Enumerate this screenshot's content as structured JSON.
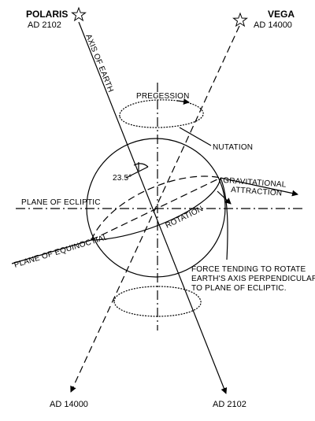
{
  "stars": {
    "polaris": {
      "name": "POLARIS",
      "year": "AD 2102"
    },
    "vega": {
      "name": "VEGA",
      "year": "AD 14000"
    }
  },
  "labels": {
    "axis_of_earth": "AXIS OF EARTH",
    "precession": "PRECESSION",
    "nutation": "NUTATION",
    "angle": "23.5°",
    "gravitational_line1": "GRAVITATIONAL",
    "gravitational_line2": "ATTRACTION",
    "plane_of_ecliptic": "PLANE OF ECLIPTIC",
    "plane_of_equinoctial": "PLANE OF EQUINOCTIAL",
    "rotation": "ROTATION",
    "force_line1": "FORCE TENDING TO ROTATE",
    "force_line2": "EARTH'S AXIS PERPENDICULAR",
    "force_line3": "TO PLANE OF ECLIPTIC.",
    "bottom_left": "AD 14000",
    "bottom_right": "AD 2102"
  }
}
